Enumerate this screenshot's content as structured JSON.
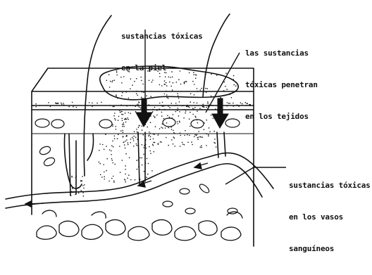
{
  "labels": {
    "skin": [
      "sustancias tóxicas",
      "en la piel"
    ],
    "tissues": [
      "las sustancias",
      "tóxicas penetran",
      "en los tejidos"
    ],
    "vessels": [
      "sustancias tóxicas",
      "en los vasos",
      "sanguíneos"
    ]
  }
}
